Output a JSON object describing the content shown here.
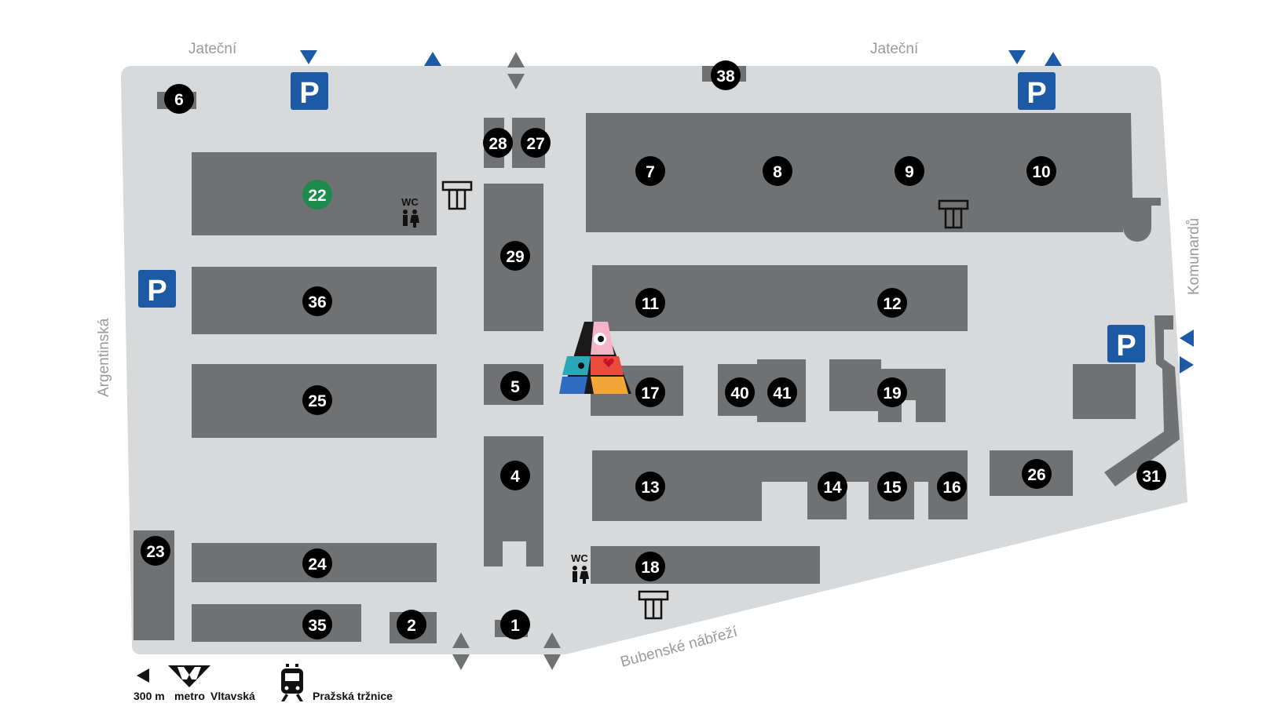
{
  "streets": {
    "north_left": "Jateční",
    "north_right": "Jateční",
    "east": "Komunardů",
    "west": "Argentinská",
    "south": "Bubenské nábřeží"
  },
  "parking": {
    "label": "P"
  },
  "wc": {
    "label": "WC"
  },
  "buildings": [
    "6",
    "22",
    "36",
    "25",
    "23",
    "24",
    "35",
    "2",
    "1",
    "4",
    "5",
    "29",
    "28",
    "27",
    "38",
    "7",
    "8",
    "9",
    "10",
    "11",
    "12",
    "17",
    "40",
    "41",
    "19",
    "13",
    "14",
    "15",
    "16",
    "18",
    "26",
    "31"
  ],
  "highlighted_building": "22",
  "legend": {
    "distance": "300 m",
    "metro": "metro",
    "metro_station": "Vltavská",
    "tram_stop": "Pražská tržnice"
  },
  "colors": {
    "ground": "#d8d9da",
    "building": "#707173",
    "marker": "#000000",
    "highlight_marker": "#1b8a4a",
    "parking": "#1d5aa5",
    "arrow": "#1d5aa5",
    "gate_arrow": "#707173"
  }
}
